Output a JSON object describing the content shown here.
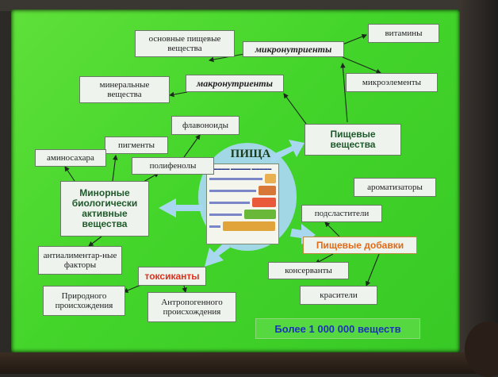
{
  "diagram": {
    "center": {
      "title": "ПИЩА",
      "image": "food-pyramid-illustration"
    },
    "nodes": {
      "osnovnye": "основные пищевые вещества",
      "mikronutrienty": "микронутриенты",
      "vitaminy": "витамины",
      "mikroelementy": "микроэлементы",
      "mineralnye": "минеральные вещества",
      "makronutrienty": "макронутриенты",
      "flavonoidy": "флавоноиды",
      "pigmenty": "пигменты",
      "aminosahara": "аминосахара",
      "polifenoly": "полифенолы",
      "pishchevye_veshchestva": "Пищевые вещества",
      "minornye": "Минорные биологически активные вещества",
      "aromatizatory": "ароматизаторы",
      "podslastiteli": "подсластители",
      "pishchevye_dobavki": "Пищевые добавки",
      "antialimentarnye": "антиалиментар-ные факторы",
      "toksikanty": "токсиканты",
      "konservanty": "консерванты",
      "prirodnogo": "Природного происхождения",
      "antropogennogo": "Антропогенного происхождения",
      "krasiteli": "красители"
    },
    "footer": "Более 1 000 000 веществ"
  },
  "colors": {
    "slide_green": "#44d52b",
    "box_fill": "#eef3ee",
    "heading_green": "#1f5a2a",
    "toxicant_red": "#e0301c",
    "additive_orange": "#e06a18",
    "footer_blue": "#1c34b8",
    "arrow_light_blue": "#a8d8f0"
  }
}
